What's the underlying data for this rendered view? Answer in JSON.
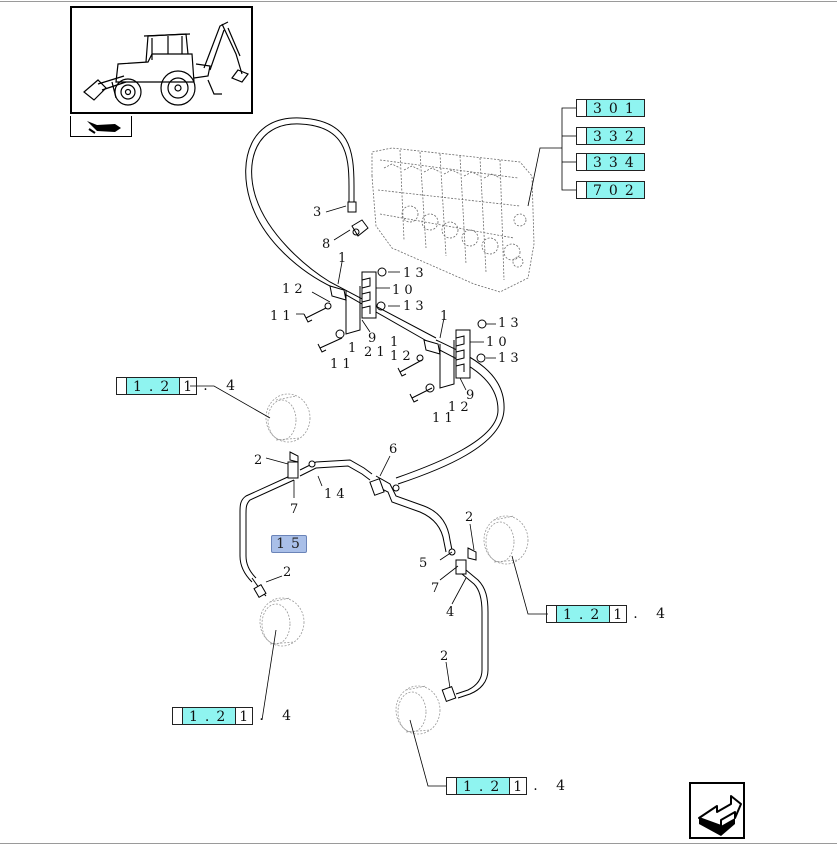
{
  "thumbnail": {
    "icon": "backhoe-loader-icon",
    "tab_icon": "back-arrow-icon"
  },
  "navigation": {
    "next_icon": "next-page-icon"
  },
  "references": {
    "top": [
      {
        "code": "301",
        "suffix": ""
      },
      {
        "code": "332",
        "suffix": ""
      },
      {
        "code": "334",
        "suffix": ""
      },
      {
        "code": "702",
        "suffix": ""
      }
    ],
    "ref_left": {
      "code": "1.2",
      "tail": "1",
      "suffix": ". 4"
    },
    "ref_right": {
      "code": "1.2",
      "tail": "1",
      "suffix": ". 4"
    },
    "ref_bottom_left": {
      "code": "1.2",
      "tail": "1",
      "suffix": ". 4"
    },
    "ref_bottom": {
      "code": "1.2",
      "tail": "1",
      "suffix": ". 4"
    }
  },
  "highlight_part": "15",
  "callouts": {
    "c3": "3",
    "c8": "8",
    "c1a": "1",
    "c12a": "1 2",
    "c13a": "1 3",
    "c10a": "1 0",
    "c13b": "1 3",
    "c11a": "1 1",
    "c9a": "9",
    "c1b": "1",
    "c21": "2 1",
    "c11b": "1 1",
    "c12b": "1 2",
    "c13c": "1 3",
    "c10b": "1 0",
    "c13d": "1 3",
    "c9b": "9",
    "c12c": "1 2",
    "c11c": "1 1",
    "c2a": "2",
    "c7a": "7",
    "c14": "1 4",
    "c6": "6",
    "c2b": "2",
    "c2c": "2",
    "c5": "5",
    "c7b": "7",
    "c4": "4",
    "c2d": "2",
    "c1c": "1",
    "c1d": "1"
  }
}
